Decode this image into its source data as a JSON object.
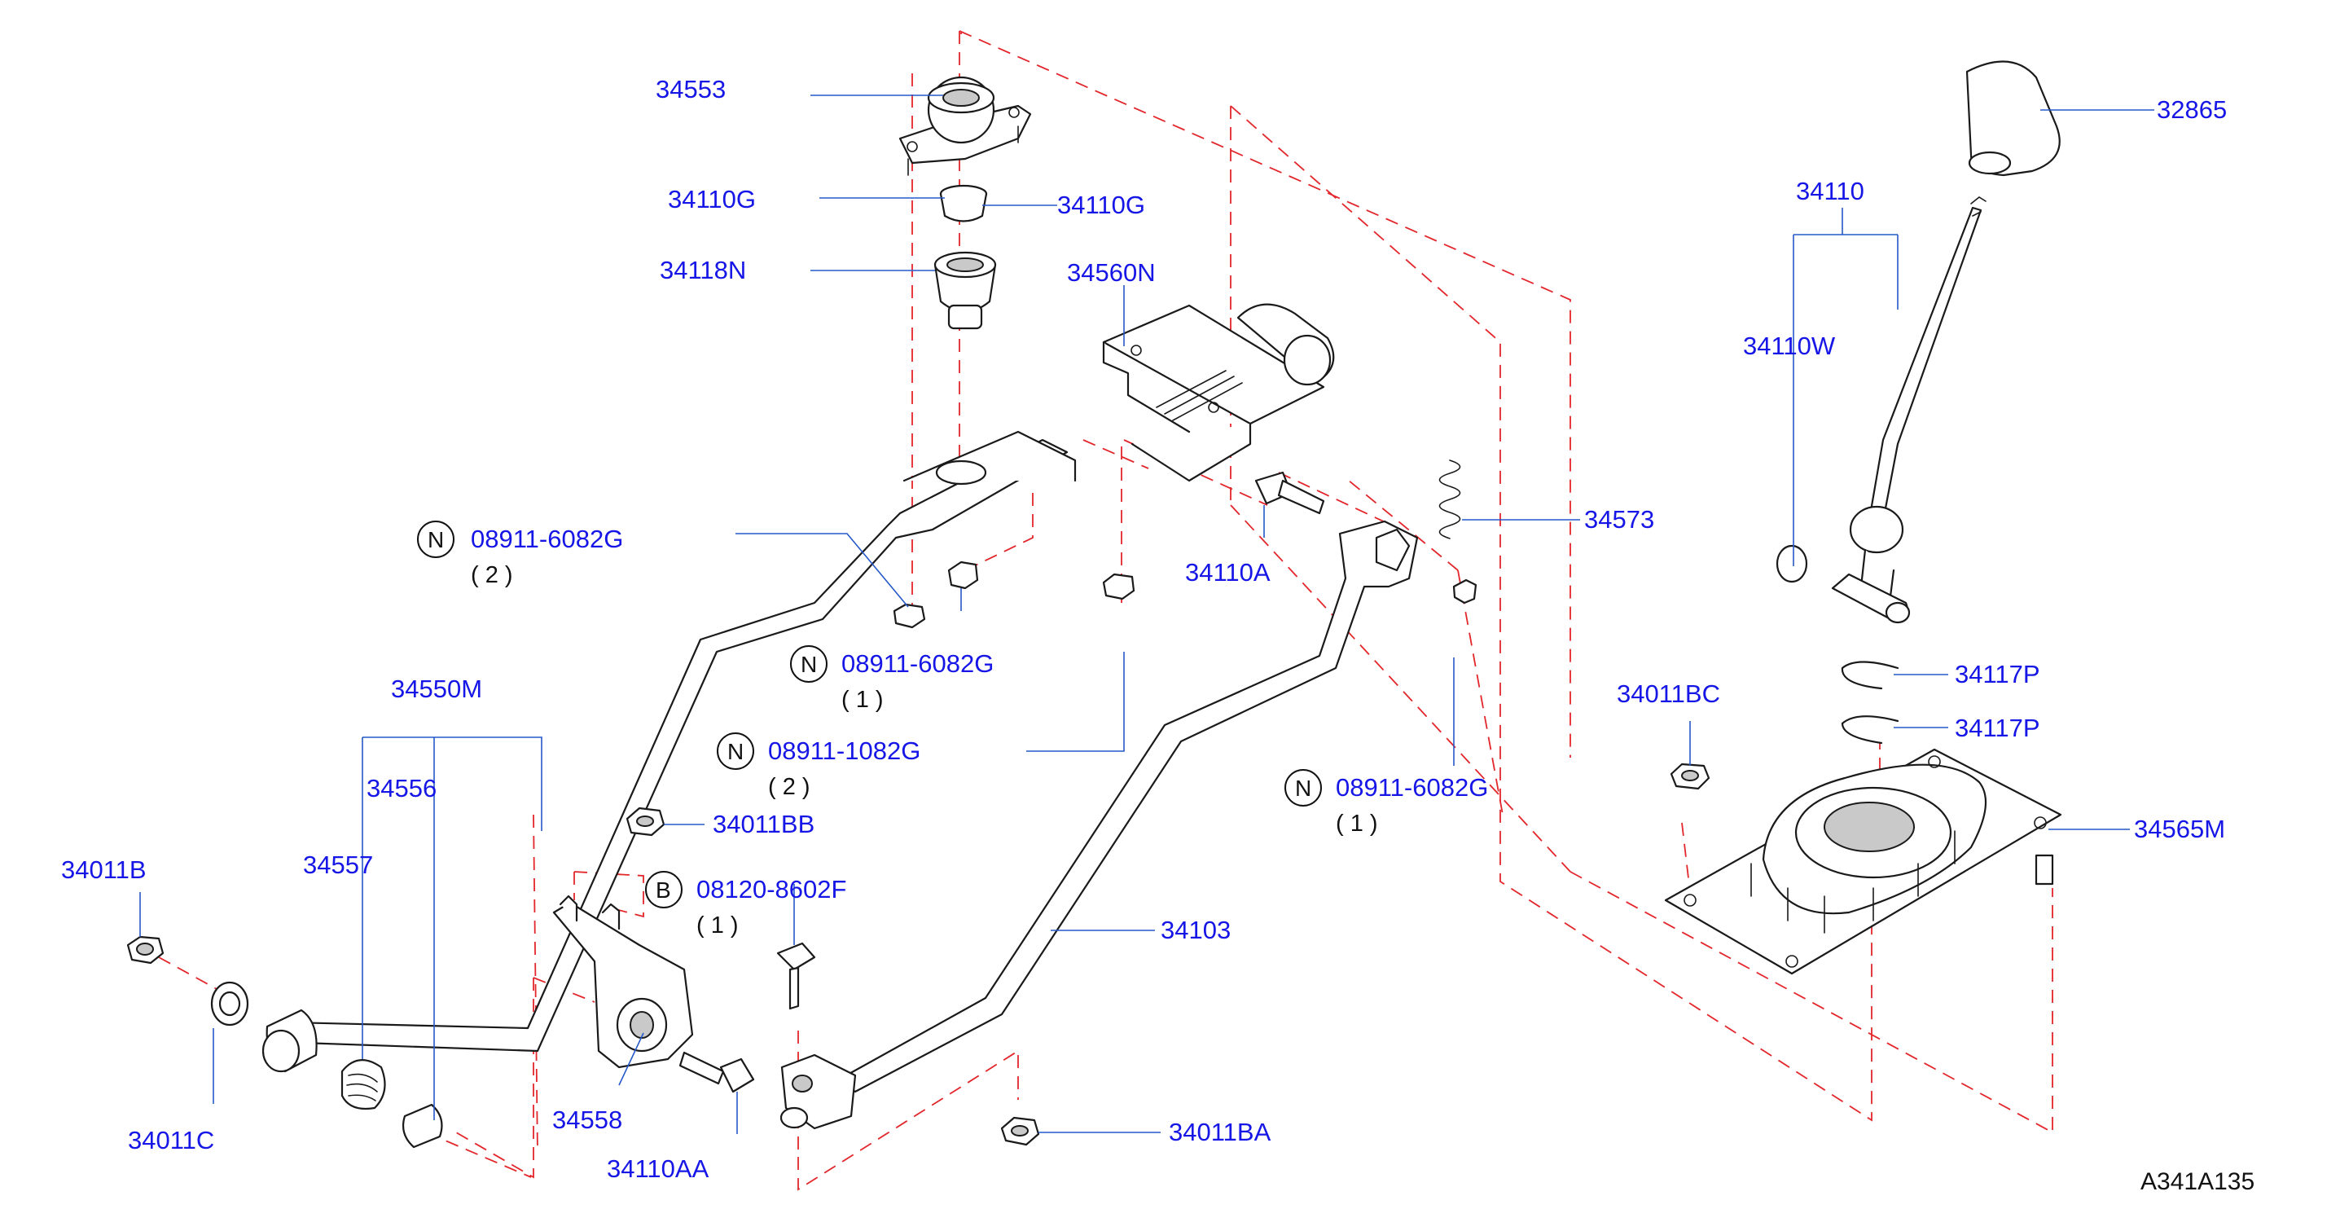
{
  "diagram": {
    "drawing_code": "A341A135",
    "accent_color": "#1616e6",
    "phantom_line_color": "#e3262b",
    "labels": {
      "p34553": "34553",
      "p34110G_left": "34110G",
      "p34110G_right": "34110G",
      "p34118N": "34118N",
      "p34560N": "34560N",
      "p32865": "32865",
      "p34110": "34110",
      "p34110W": "34110W",
      "p34573": "34573",
      "p34110A": "34110A",
      "p34117P_upper": "34117P",
      "p34117P_lower": "34117P",
      "p34011BC": "34011BC",
      "p34565M": "34565M",
      "p34550M": "34550M",
      "p34556": "34556",
      "p34557": "34557",
      "p34011B": "34011B",
      "p34011C": "34011C",
      "p34011BB": "34011BB",
      "p34558": "34558",
      "p34110AA": "34110AA",
      "p34103": "34103",
      "p34011BA": "34011BA"
    },
    "callouts": {
      "c1": {
        "marker": "N",
        "part": "08911-6082G",
        "qty": "( 2 )"
      },
      "c2": {
        "marker": "N",
        "part": "08911-6082G",
        "qty": "( 1 )"
      },
      "c3": {
        "marker": "N",
        "part": "08911-1082G",
        "qty": "( 2 )"
      },
      "c4": {
        "marker": "N",
        "part": "08911-6082G",
        "qty": "( 1 )"
      },
      "c5": {
        "marker": "B",
        "part": "08120-8602F",
        "qty": "( 1 )"
      }
    }
  }
}
